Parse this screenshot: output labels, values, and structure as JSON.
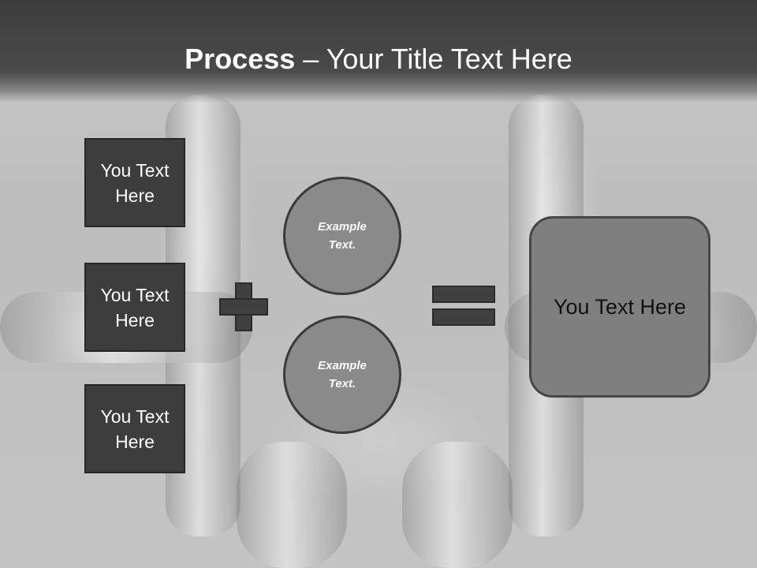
{
  "title": {
    "bold": "Process",
    "rest": " – Your Title Text Here"
  },
  "left_boxes": [
    {
      "label": "You Text\nHere"
    },
    {
      "label": "You Text\nHere"
    },
    {
      "label": "You Text\nHere"
    }
  ],
  "operators": {
    "plus_icon": "plus-icon",
    "equals_icon": "equals-icon"
  },
  "circles": [
    {
      "label": "Example\nText."
    },
    {
      "label": "Example\nText."
    }
  ],
  "result": {
    "label": "You Text Here"
  },
  "colors": {
    "header": "#3c3c3c",
    "box_fill": "#3d3d3d",
    "circle_fill": "#8a8a8a",
    "result_fill": "#7f7f7f"
  }
}
